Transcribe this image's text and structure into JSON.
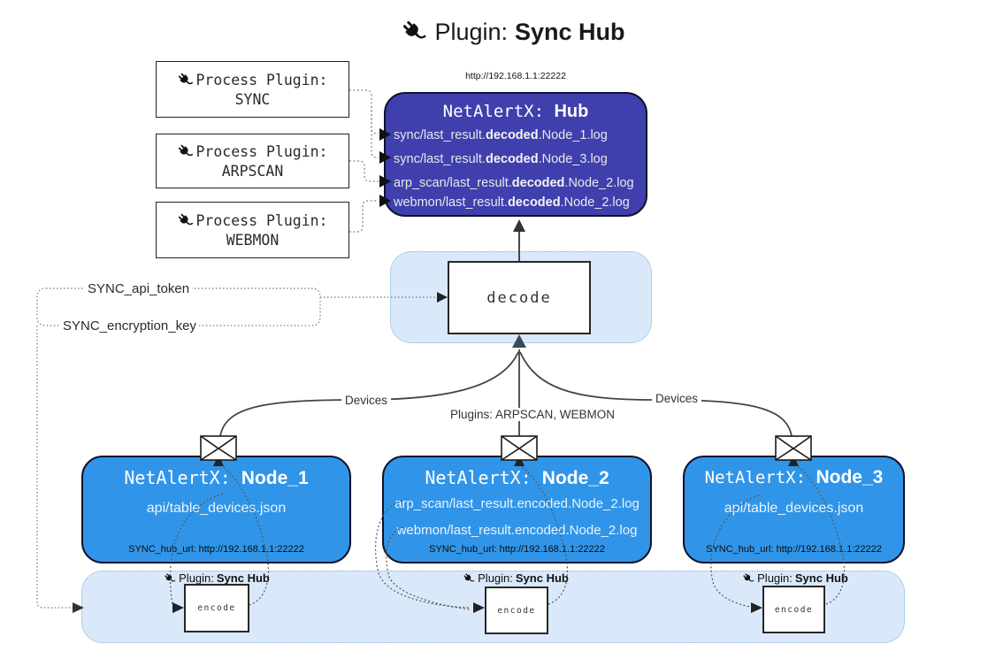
{
  "title": {
    "prefix": "Plugin:",
    "name": "Sync Hub"
  },
  "hub": {
    "url": "http://192.168.1.1:22222",
    "title_prefix": "NetAlertX:",
    "title_name": "Hub",
    "logs": [
      {
        "pre": "sync/last_result.",
        "bold": "decoded",
        "post": ".Node_1.log"
      },
      {
        "pre": "sync/last_result.",
        "bold": "decoded",
        "post": ".Node_3.log"
      },
      {
        "pre": "arp_scan/last_result.",
        "bold": "decoded",
        "post": ".Node_2.log"
      },
      {
        "pre": "webmon/last_result.",
        "bold": "decoded",
        "post": ".Node_2.log"
      }
    ]
  },
  "process_plugins": [
    {
      "label": "Process Plugin:",
      "name": "SYNC"
    },
    {
      "label": "Process Plugin:",
      "name": "ARPSCAN"
    },
    {
      "label": "Process Plugin:",
      "name": "WEBMON"
    }
  ],
  "env": {
    "api_token": "SYNC_api_token",
    "encryption_key": "SYNC_encryption_key"
  },
  "edges": {
    "devices_left": "Devices",
    "plugins_center": "Plugins: ARPSCAN, WEBMON",
    "devices_right": "Devices"
  },
  "decode": {
    "label": "decode"
  },
  "nodes": [
    {
      "title_prefix": "NetAlertX:",
      "title_name": "Node_1",
      "files": [
        "api/table_devices.json"
      ],
      "hub_url": "SYNC_hub_url: http://192.168.1.1:22222"
    },
    {
      "title_prefix": "NetAlertX:",
      "title_name": "Node_2",
      "files": [
        "arp_scan/last_result.encoded.Node_2.log",
        "webmon/last_result.encoded.Node_2.log"
      ],
      "hub_url": "SYNC_hub_url: http://192.168.1.1:22222"
    },
    {
      "title_prefix": "NetAlertX:",
      "title_name": "Node_3",
      "files": [
        "api/table_devices.json"
      ],
      "hub_url": "SYNC_hub_url: http://192.168.1.1:22222"
    }
  ],
  "band": {
    "plugin_prefix": "Plugin:",
    "plugin_name": "Sync Hub",
    "encode_label": "encode"
  },
  "colors": {
    "hub_fill": "#3f3fae",
    "node_fill": "#3095e8",
    "band_fill": "#d9e9fa",
    "band_border": "#8ab0d6",
    "box_border": "#12122a",
    "wire": "#444444",
    "dotted": "#777777"
  }
}
